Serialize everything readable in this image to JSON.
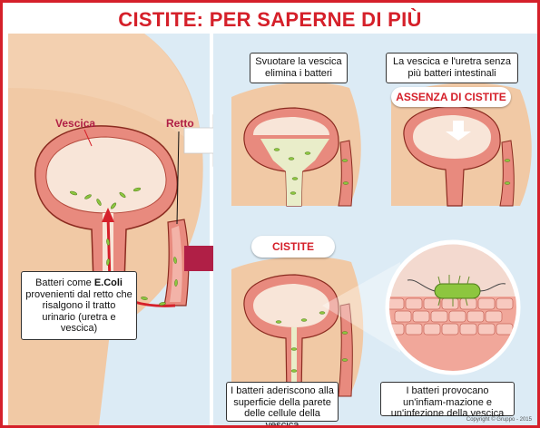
{
  "title": "CISTITE: PER SAPERNE DI PIÙ",
  "left": {
    "label_bladder": "Vescica",
    "label_rectum": "Retto",
    "caption_prefix": "Batteri come",
    "caption_bold": "E.Coli",
    "caption_rest": "provenienti dal retto che risalgono il tratto urinario (uretra e vescica)"
  },
  "top_middle": {
    "caption": "Svuotare la vescica elimina i batteri"
  },
  "top_right": {
    "caption": "La vescica e l'uretra senza più batteri intestinali",
    "badge": "ASSENZA DI CISTITE"
  },
  "bottom_middle": {
    "badge": "CISTITE",
    "caption": "I batteri aderiscono alla superficie della parete delle cellule della vescica"
  },
  "bottom_right": {
    "caption": "I batteri provocano un'infiam-mazione e un'infezione della vescica"
  },
  "copyright": "Copyright © Gruppo - 2015",
  "colors": {
    "accent": "#d5202a",
    "background": "#dcebf5",
    "skin": "#f1c9a5",
    "tissue": "#e88a7e",
    "bacteria": "#8dc63f",
    "arrow": "#b01f46"
  }
}
